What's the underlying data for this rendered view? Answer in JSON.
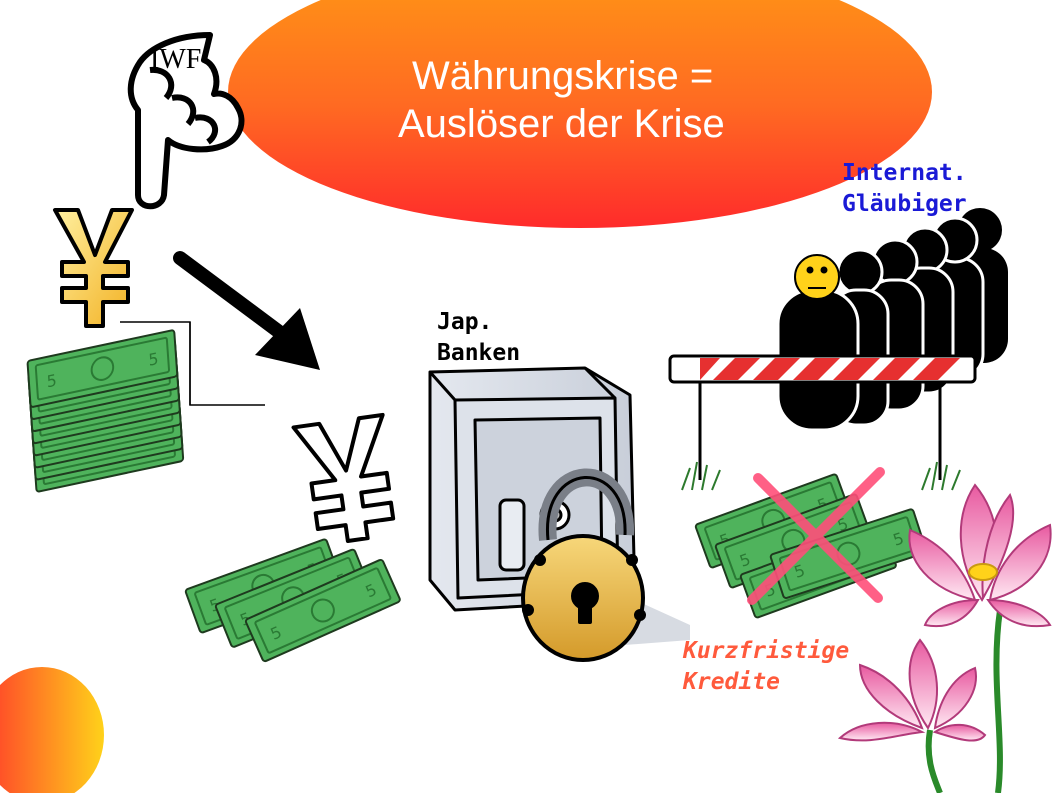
{
  "slide": {
    "title_line1": "Währungskrise =",
    "title_line2": "Auslöser der Krise",
    "iwf_label": "IWF",
    "creditors_line1": "Internat.",
    "creditors_line2": "Gläubiger",
    "banks_line1": "Jap.",
    "banks_line2": "Banken",
    "credits_line1": "Kurzfristige",
    "credits_line2": "Kredite"
  },
  "colors": {
    "title_ellipse_top": "#ff8c1a",
    "title_ellipse_bottom": "#ff2e2e",
    "creditors_text": "#1a1ad6",
    "credits_text": "#ff5a3c",
    "money_green": "#3fa34d",
    "barrier_stripe": "#e63030",
    "cross": "#ff5577"
  },
  "icons": [
    "pointing-hand-icon",
    "yen-icon",
    "arrow-icon",
    "money-stack-icon",
    "safe-icon",
    "padlock-icon",
    "barrier-icon",
    "people-queue-icon",
    "worried-face-icon",
    "cross-icon",
    "lotus-flower-icon"
  ]
}
